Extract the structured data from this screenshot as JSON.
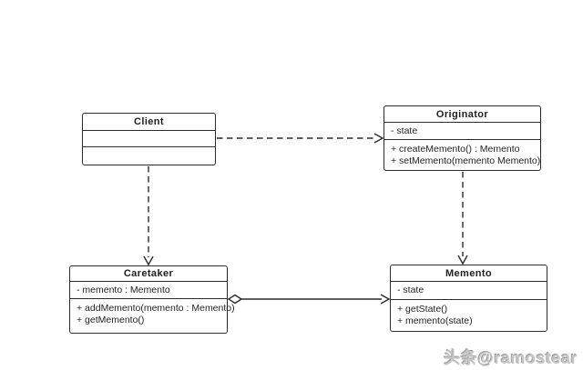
{
  "watermark": {
    "text": "头条@ramostear"
  },
  "diagram": {
    "classes": [
      {
        "name": "Client",
        "attributes": [],
        "methods": []
      },
      {
        "name": "Originator",
        "attributes": [
          "- state"
        ],
        "methods": [
          "+ createMemento() : Memento",
          "+ setMemento(memento Memento)"
        ]
      },
      {
        "name": "Caretaker",
        "attributes": [
          "- memento : Memento"
        ],
        "methods": [
          "+ addMemento(memento : Memento)",
          "+ getMemento()"
        ]
      },
      {
        "name": "Memento",
        "attributes": [
          "- state"
        ],
        "methods": [
          "+ getState()",
          "+ memento(state)"
        ]
      }
    ],
    "relationships": [
      {
        "from": "Client",
        "to": "Originator",
        "type": "dependency",
        "line": "dashed",
        "end": "open-arrow"
      },
      {
        "from": "Client",
        "to": "Caretaker",
        "type": "dependency",
        "line": "dashed",
        "end": "open-arrow"
      },
      {
        "from": "Originator",
        "to": "Memento",
        "type": "dependency",
        "line": "dashed",
        "end": "open-arrow"
      },
      {
        "from": "Caretaker",
        "to": "Memento",
        "type": "aggregation",
        "line": "solid",
        "end": "open-arrow",
        "start": "hollow-diamond"
      }
    ],
    "colors": {
      "background": "#ffffff",
      "line": "#2b2b2b",
      "text": "#1f1f1f",
      "watermark": "#c6c6c6"
    }
  }
}
